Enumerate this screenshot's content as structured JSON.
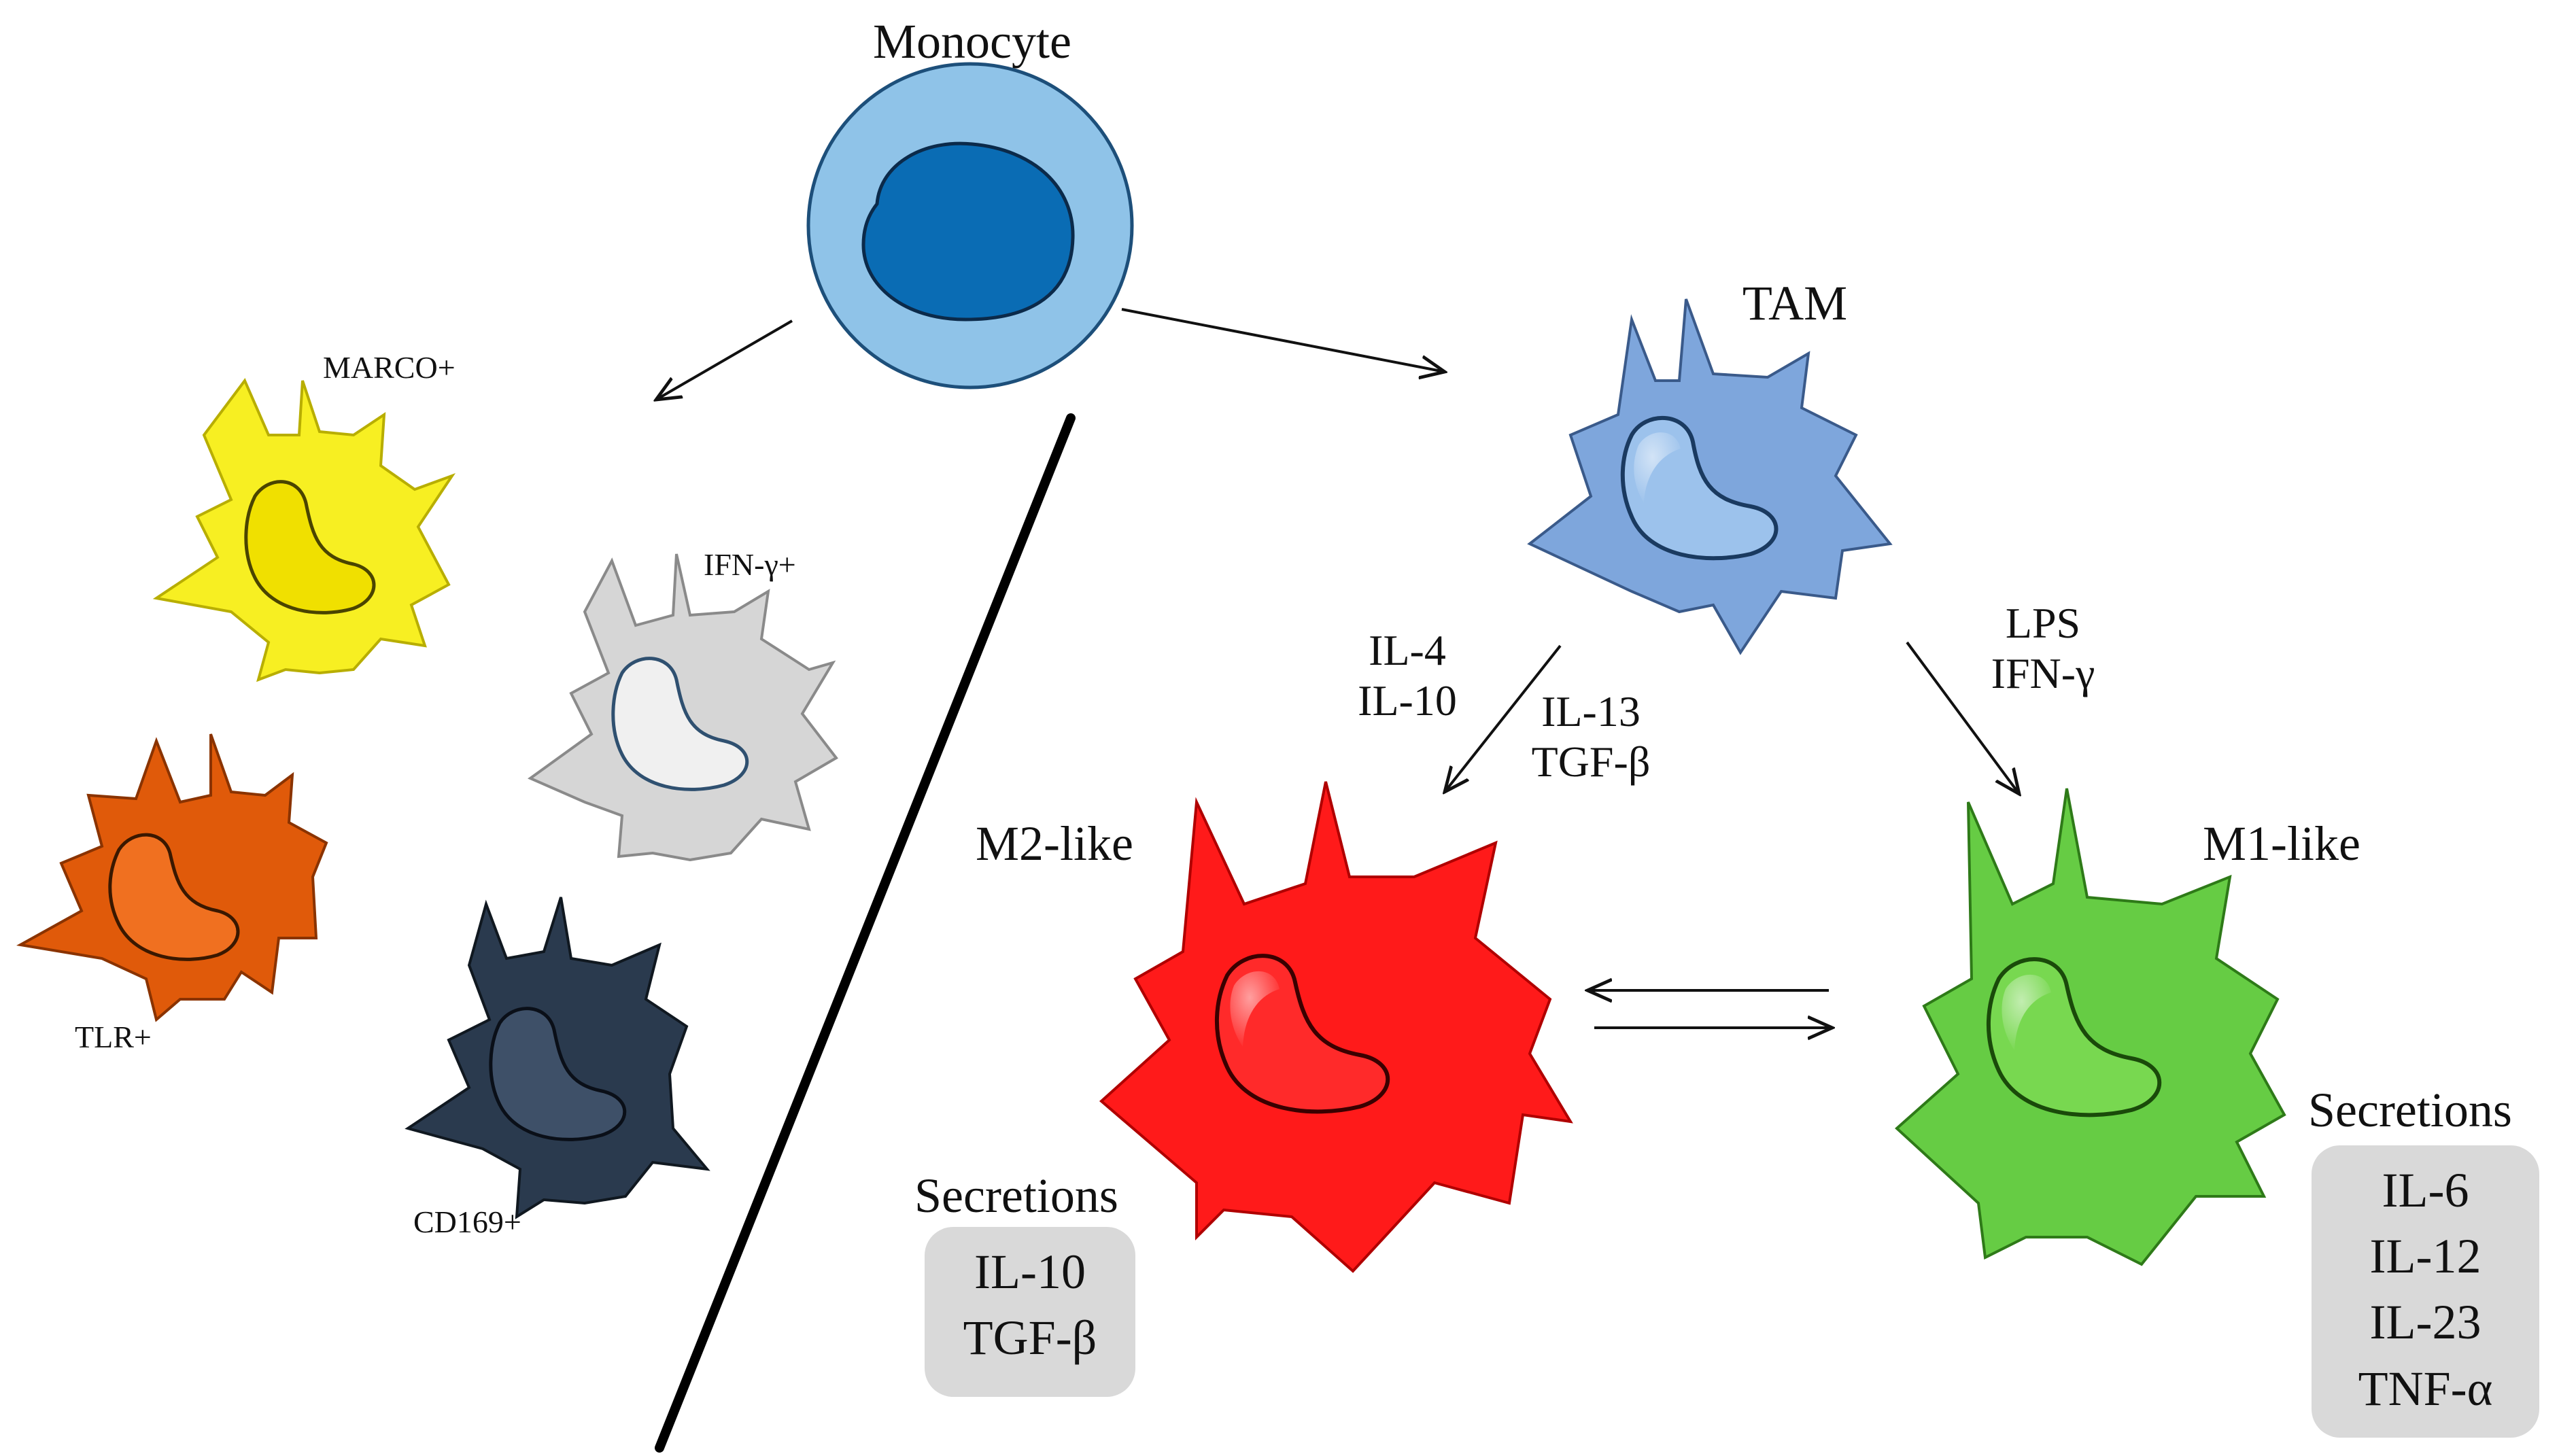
{
  "monocyte": {
    "label": "Monocyte"
  },
  "tam": {
    "label": "TAM"
  },
  "subtypes": {
    "marco": "MARCO+",
    "ifng": "IFN-γ+",
    "tlr": "TLR+",
    "cd169": "CD169+"
  },
  "m2_stimuli": {
    "group1": [
      "IL-4",
      "IL-10"
    ],
    "group2": [
      "IL-13",
      "TGF-β"
    ]
  },
  "m1_stimuli": [
    "LPS",
    "IFN-γ"
  ],
  "m2": {
    "label": "M2-like",
    "secretions_title": "Secretions",
    "secretions": [
      "IL-10",
      "TGF-β"
    ]
  },
  "m1": {
    "label": "M1-like",
    "secretions_title": "Secretions",
    "secretions": [
      "IL-6",
      "IL-12",
      "IL-23",
      "TNF-α"
    ]
  },
  "colors": {
    "monocyte_outer": "#8fc3e8",
    "monocyte_nucleus": "#0a6cb4",
    "tam": "#7ea6dc",
    "m2": "#ff1a1a",
    "m1": "#66cc44",
    "marco": "#f7ef22",
    "ifng": "#d6d6d6",
    "tlr": "#e05a0a",
    "cd169": "#2a3a4e",
    "secretion_box": "#d9d9d9"
  }
}
